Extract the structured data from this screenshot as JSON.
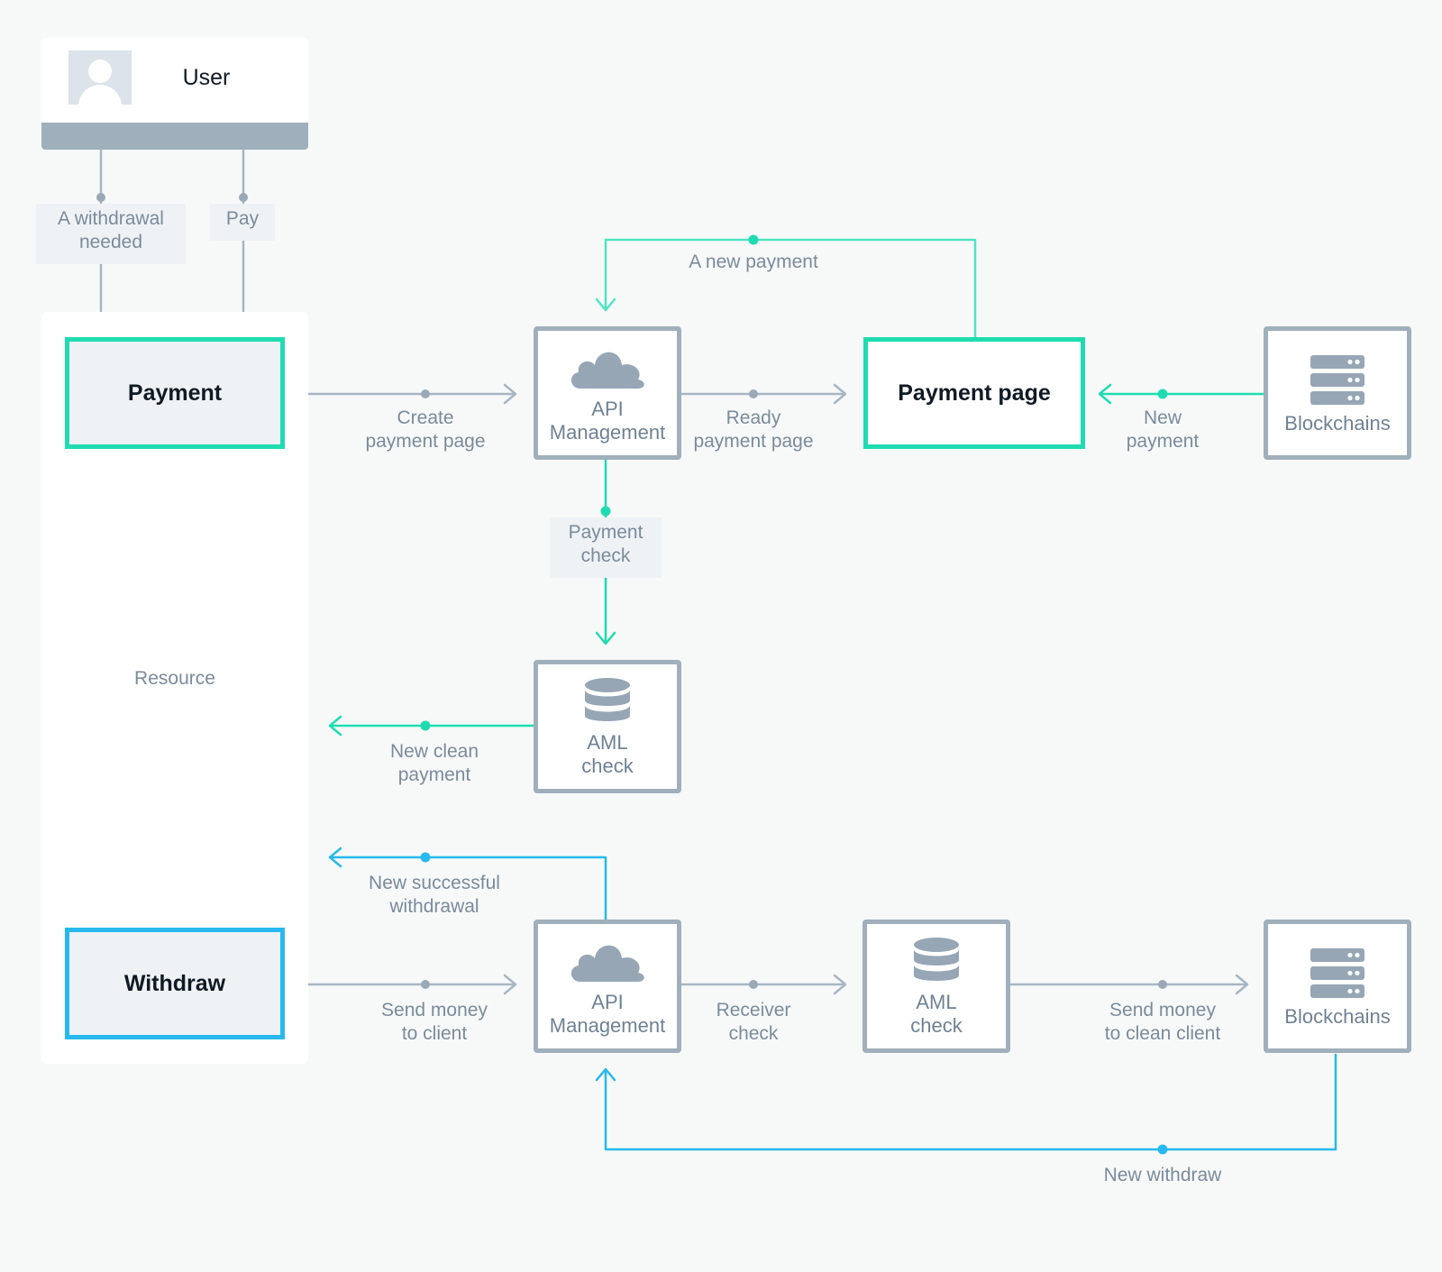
{
  "user": {
    "name": "User"
  },
  "nodes": {
    "payment": "Payment",
    "withdraw": "Withdraw",
    "payment_page": "Payment page",
    "api_management_top": "API\nManagement",
    "api_management_bottom": "API\nManagement",
    "aml_check_mid": "AML\ncheck",
    "aml_check_bottom": "AML\ncheck",
    "blockchains_top": "Blockchains",
    "blockchains_bottom": "Blockchains"
  },
  "edges": {
    "withdrawal_needed": "A withdrawal\nneeded",
    "pay": "Pay",
    "create_payment_page": "Create\npayment page",
    "ready_payment_page": "Ready\npayment page",
    "new_payment_top": "A new payment",
    "new_payment_right": "New\npayment",
    "payment_check": "Payment\ncheck",
    "resource": "Resource",
    "new_clean_payment": "New clean\npayment",
    "new_successful_withdrawal": "New successful\nwithdrawal",
    "send_money_to_client": "Send money\nto client",
    "receiver_check": "Receiver\ncheck",
    "send_money_to_clean_client": "Send money\nto clean client",
    "new_withdraw": "New withdraw"
  },
  "icons": {
    "api": "cloud-icon",
    "aml": "database-icon",
    "blockchains": "server-icon",
    "user": "user-avatar-icon"
  },
  "colors": {
    "green": "#1fdcb0",
    "blue": "#27b9ee",
    "gray": "#a7b6c4",
    "text": "#7a8b9b"
  }
}
